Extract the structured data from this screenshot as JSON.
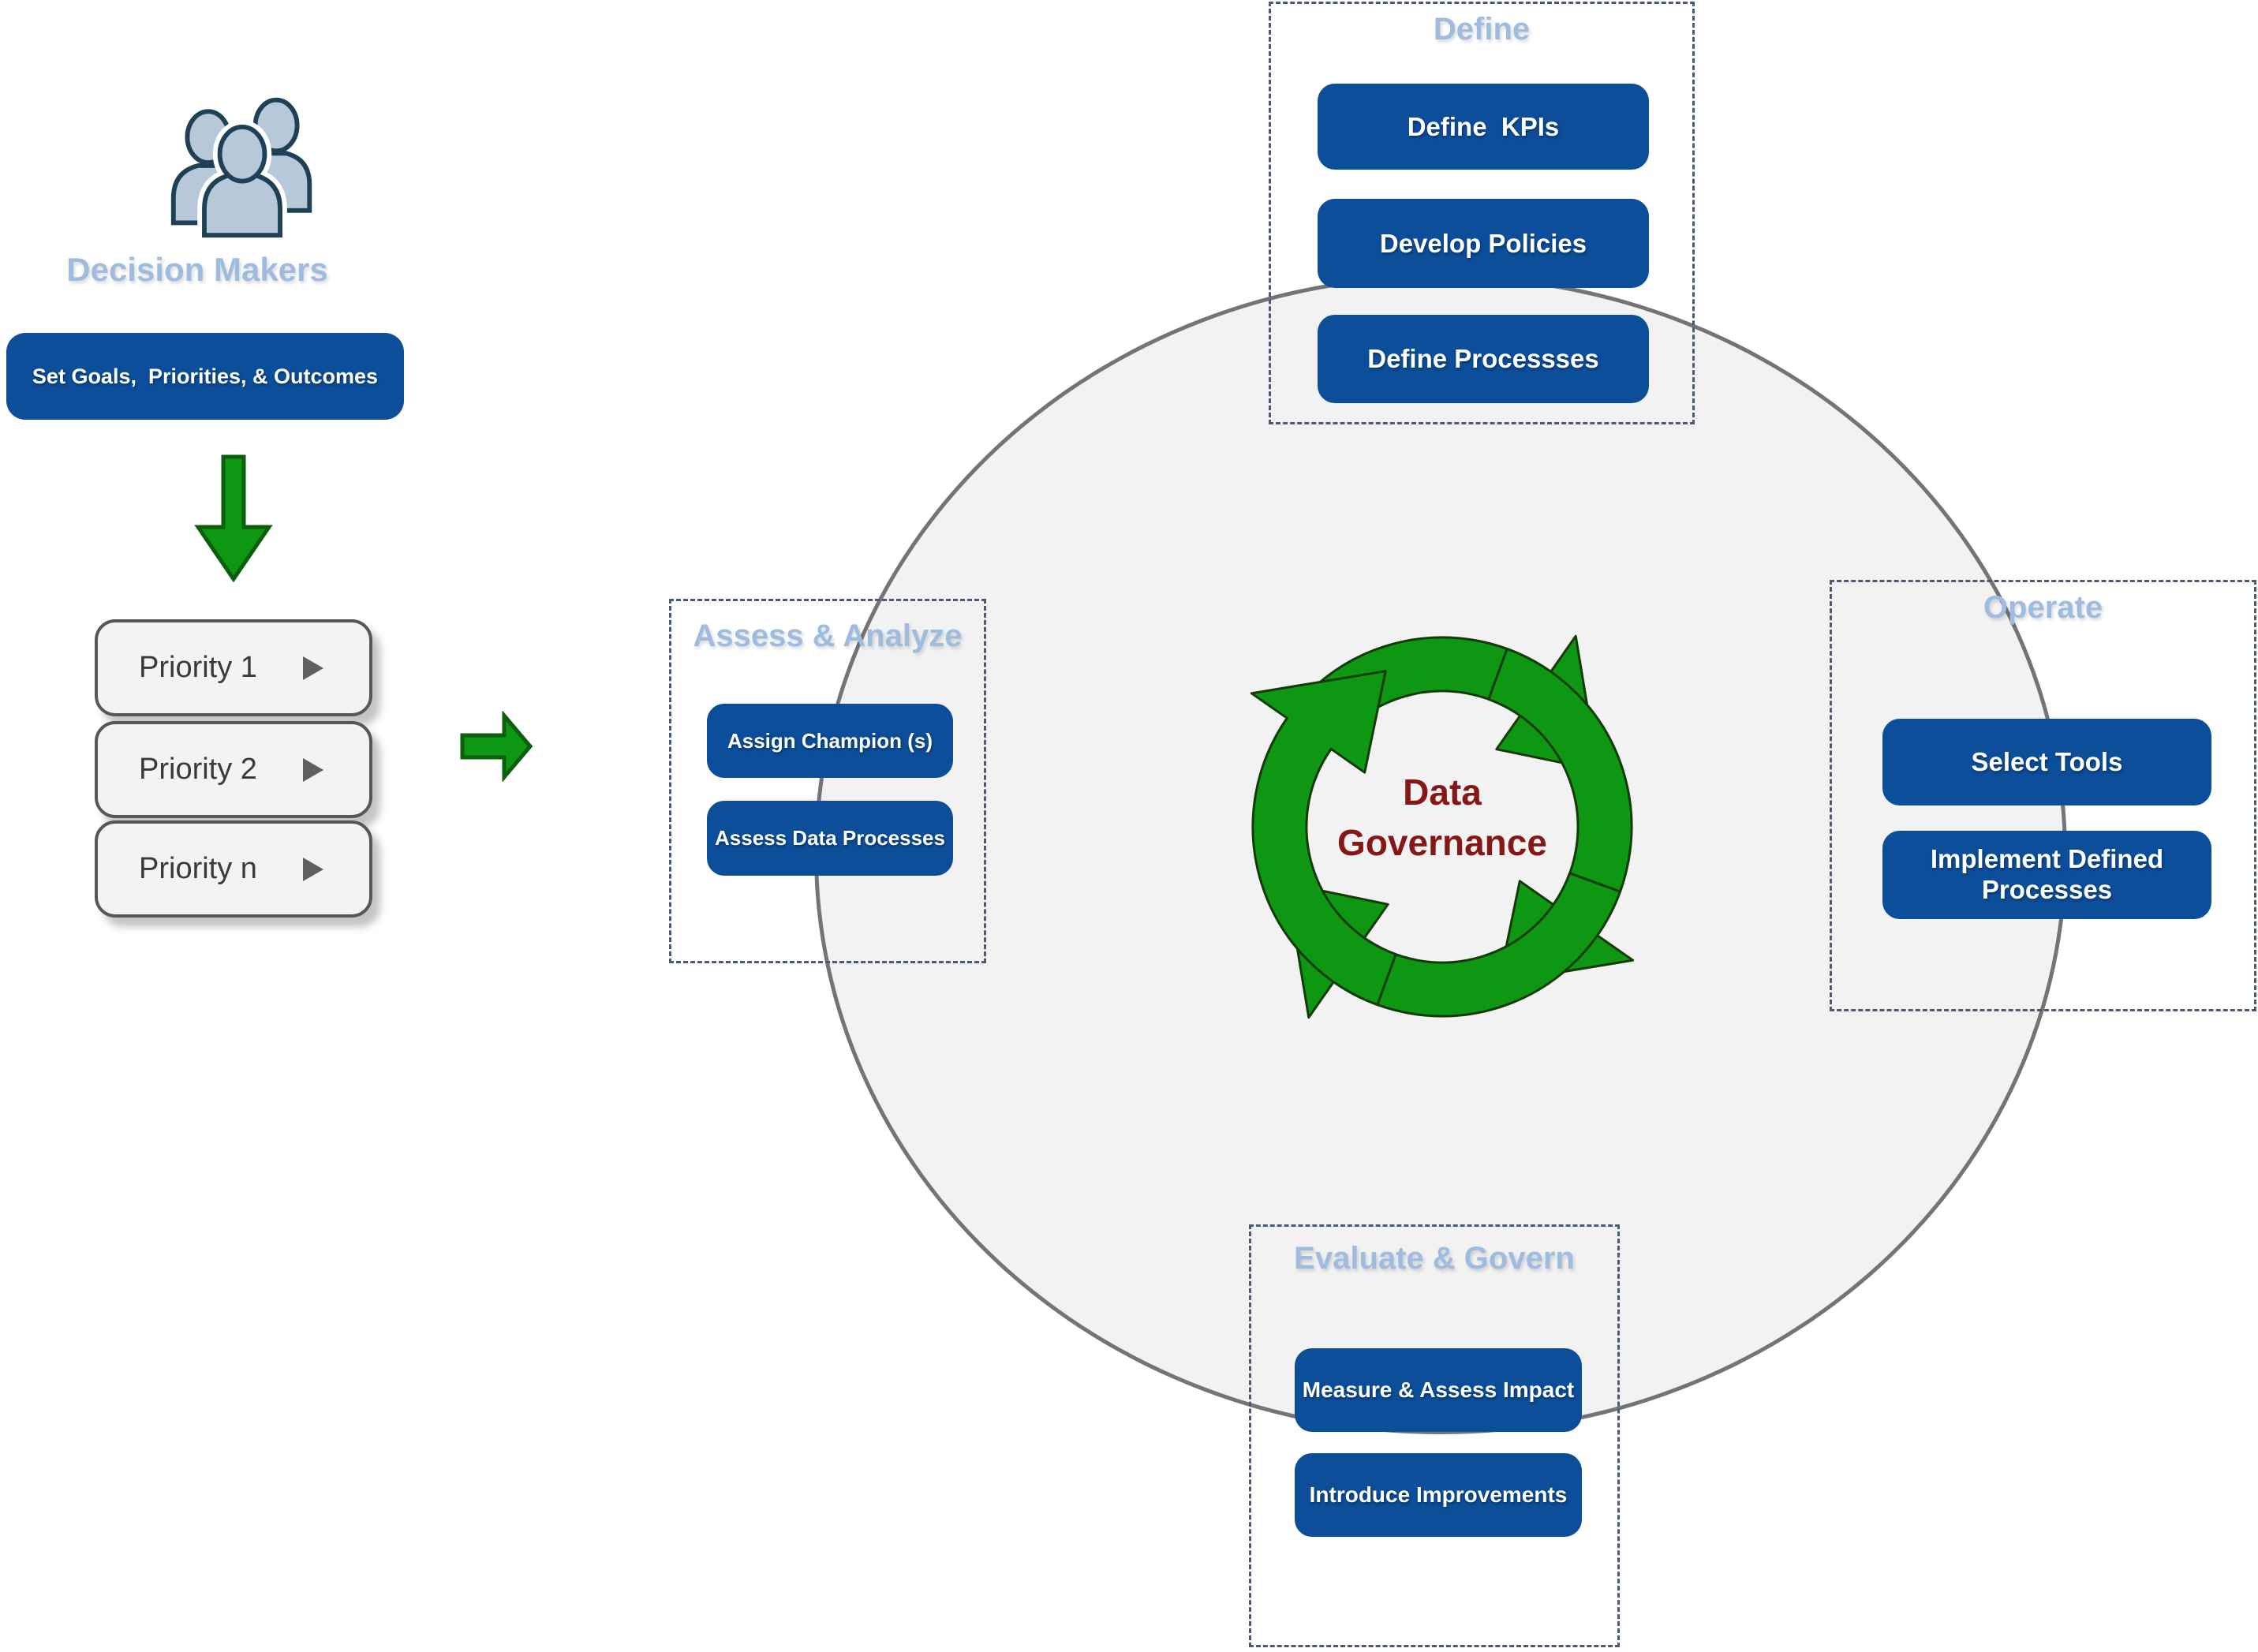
{
  "left_flow": {
    "decision_makers_label": "Decision Makers",
    "cta_label": "Set Goals,  Priorities, & Outcomes",
    "priorities": [
      "Priority 1",
      "Priority 2",
      "Priority n"
    ]
  },
  "cycle": {
    "center_label_line1": "Data",
    "center_label_line2": "Governance",
    "sections": {
      "define": {
        "label": "Define",
        "items": [
          "Define  KPIs",
          "Develop Policies",
          "Define Processses"
        ]
      },
      "assess": {
        "label": "Assess & Analyze",
        "items": [
          "Assign Champion (s)",
          "Assess Data Processes"
        ]
      },
      "operate": {
        "label": "Operate",
        "items": [
          "Select Tools",
          "Implement Defined Processes"
        ]
      },
      "evaluate": {
        "label": "Evaluate & Govern",
        "items": [
          "Measure & Assess Impact",
          "Introduce Improvements"
        ]
      }
    }
  },
  "icons": {
    "people": "people-icon",
    "down_arrow": "arrow-down-icon",
    "right_arrow": "arrow-right-icon",
    "cycle_arrows": "cycle-arrows-icon",
    "priority_caret": "caret-right-icon"
  },
  "colors": {
    "button_blue": "#0C4E9A",
    "label_light_blue": "#9FBCDF",
    "dashed_border": "#4A5A74",
    "center_maroon": "#851716",
    "arrow_green": "#0E9712",
    "arrow_green_dark": "#0C5F0C",
    "circle_fill": "#F2F2F2",
    "circle_stroke": "#747474",
    "priority_fill": "#F3F3F3",
    "priority_border": "#575757"
  }
}
